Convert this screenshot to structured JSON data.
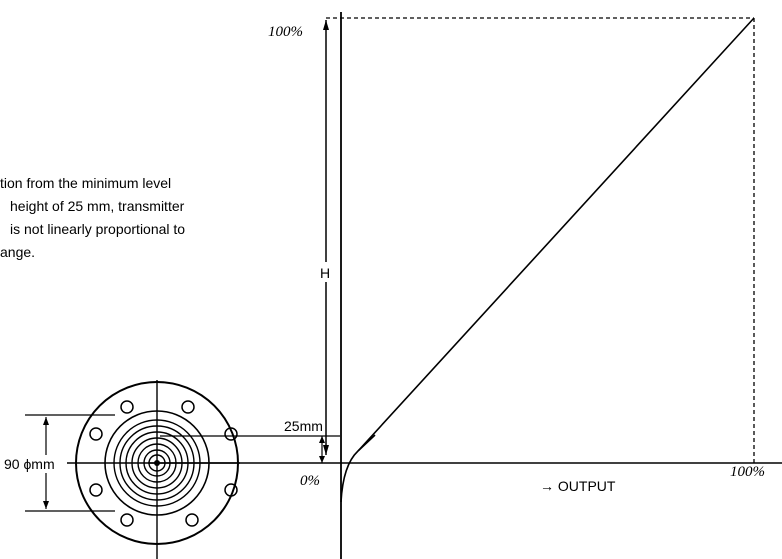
{
  "note": {
    "lines": [
      "tion from the minimum level",
      "height of 25 mm, transmitter",
      "is not linearly proportional to",
      "ange."
    ]
  },
  "graph": {
    "y_top_label": "100%",
    "y_zero_label": "0%",
    "x_end_label": "100%",
    "x_axis_label": "→ OUTPUT",
    "height_label": "H"
  },
  "flange": {
    "offset_label": "25mm",
    "diameter_label": "90 ϕmm"
  }
}
